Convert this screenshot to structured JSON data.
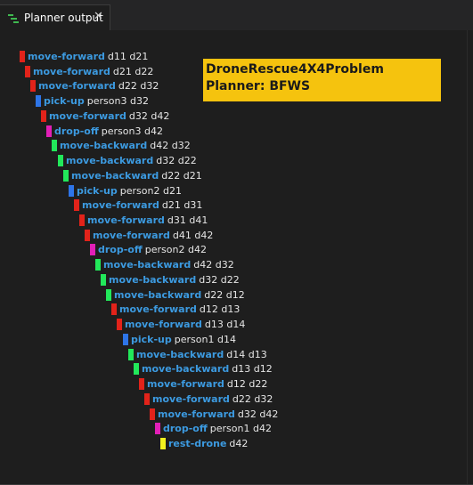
{
  "tab": {
    "title": "Planner output",
    "close_glyph": "✕",
    "icon": "plan-list-icon"
  },
  "info": {
    "problem": "DroneRescue4X4Problem",
    "planner": "Planner: BFWS"
  },
  "colors": {
    "move-forward": "#e2231a",
    "move-backward": "#22e85a",
    "pick-up": "#2e75e8",
    "drop-off": "#e21fb7",
    "rest-drone": "#f2f21e",
    "action_text": "#3c9ae0",
    "info_bg": "#f5c30e"
  },
  "plan": [
    {
      "action": "move-forward",
      "params": "d11 d21"
    },
    {
      "action": "move-forward",
      "params": "d21 d22"
    },
    {
      "action": "move-forward",
      "params": "d22 d32"
    },
    {
      "action": "pick-up",
      "params": "person3 d32"
    },
    {
      "action": "move-forward",
      "params": "d32 d42"
    },
    {
      "action": "drop-off",
      "params": "person3 d42"
    },
    {
      "action": "move-backward",
      "params": "d42 d32"
    },
    {
      "action": "move-backward",
      "params": "d32 d22"
    },
    {
      "action": "move-backward",
      "params": "d22 d21"
    },
    {
      "action": "pick-up",
      "params": "person2 d21"
    },
    {
      "action": "move-forward",
      "params": "d21 d31"
    },
    {
      "action": "move-forward",
      "params": "d31 d41"
    },
    {
      "action": "move-forward",
      "params": "d41 d42"
    },
    {
      "action": "drop-off",
      "params": "person2 d42"
    },
    {
      "action": "move-backward",
      "params": "d42 d32"
    },
    {
      "action": "move-backward",
      "params": "d32 d22"
    },
    {
      "action": "move-backward",
      "params": "d22 d12"
    },
    {
      "action": "move-forward",
      "params": "d12 d13"
    },
    {
      "action": "move-forward",
      "params": "d13 d14"
    },
    {
      "action": "pick-up",
      "params": "person1 d14"
    },
    {
      "action": "move-backward",
      "params": "d14 d13"
    },
    {
      "action": "move-backward",
      "params": "d13 d12"
    },
    {
      "action": "move-forward",
      "params": "d12 d22"
    },
    {
      "action": "move-forward",
      "params": "d22 d32"
    },
    {
      "action": "move-forward",
      "params": "d32 d42"
    },
    {
      "action": "drop-off",
      "params": "person1 d42"
    },
    {
      "action": "rest-drone",
      "params": "d42"
    }
  ]
}
